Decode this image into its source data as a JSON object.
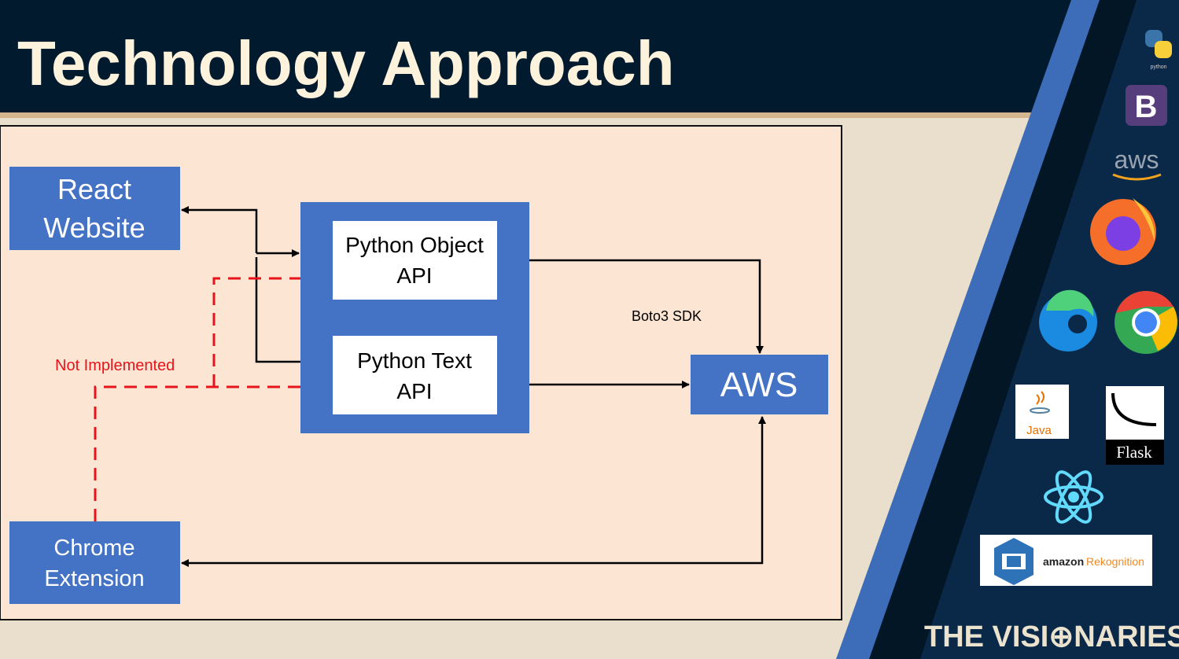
{
  "slide": {
    "title": "Technology Approach",
    "footer_brand": "THE VISI⊕NARIES"
  },
  "diagram": {
    "nodes": {
      "react": [
        "React",
        "Website"
      ],
      "object_api": [
        "Python Object",
        "API"
      ],
      "text_api": [
        "Python Text",
        "API"
      ],
      "aws": "AWS",
      "chrome": [
        "Chrome",
        "Extension"
      ]
    },
    "labels": {
      "not_implemented": "Not Implemented",
      "boto3": "Boto3 SDK"
    },
    "colors": {
      "node": "#4472c4",
      "panel": "#fce5d2",
      "dashed": "#e8141b"
    }
  },
  "logos": {
    "python": "python",
    "bootstrap": "B",
    "aws": "aws",
    "java": "Java",
    "flask": "Flask",
    "rekognition_amazon": "amazon",
    "rekognition_name": "Rekognition",
    "icons": [
      "python-logo",
      "bootstrap-logo",
      "aws-logo",
      "firefox-logo",
      "edge-logo",
      "chrome-logo",
      "java-logo",
      "flask-logo",
      "react-logo",
      "amazon-rekognition-logo"
    ]
  }
}
